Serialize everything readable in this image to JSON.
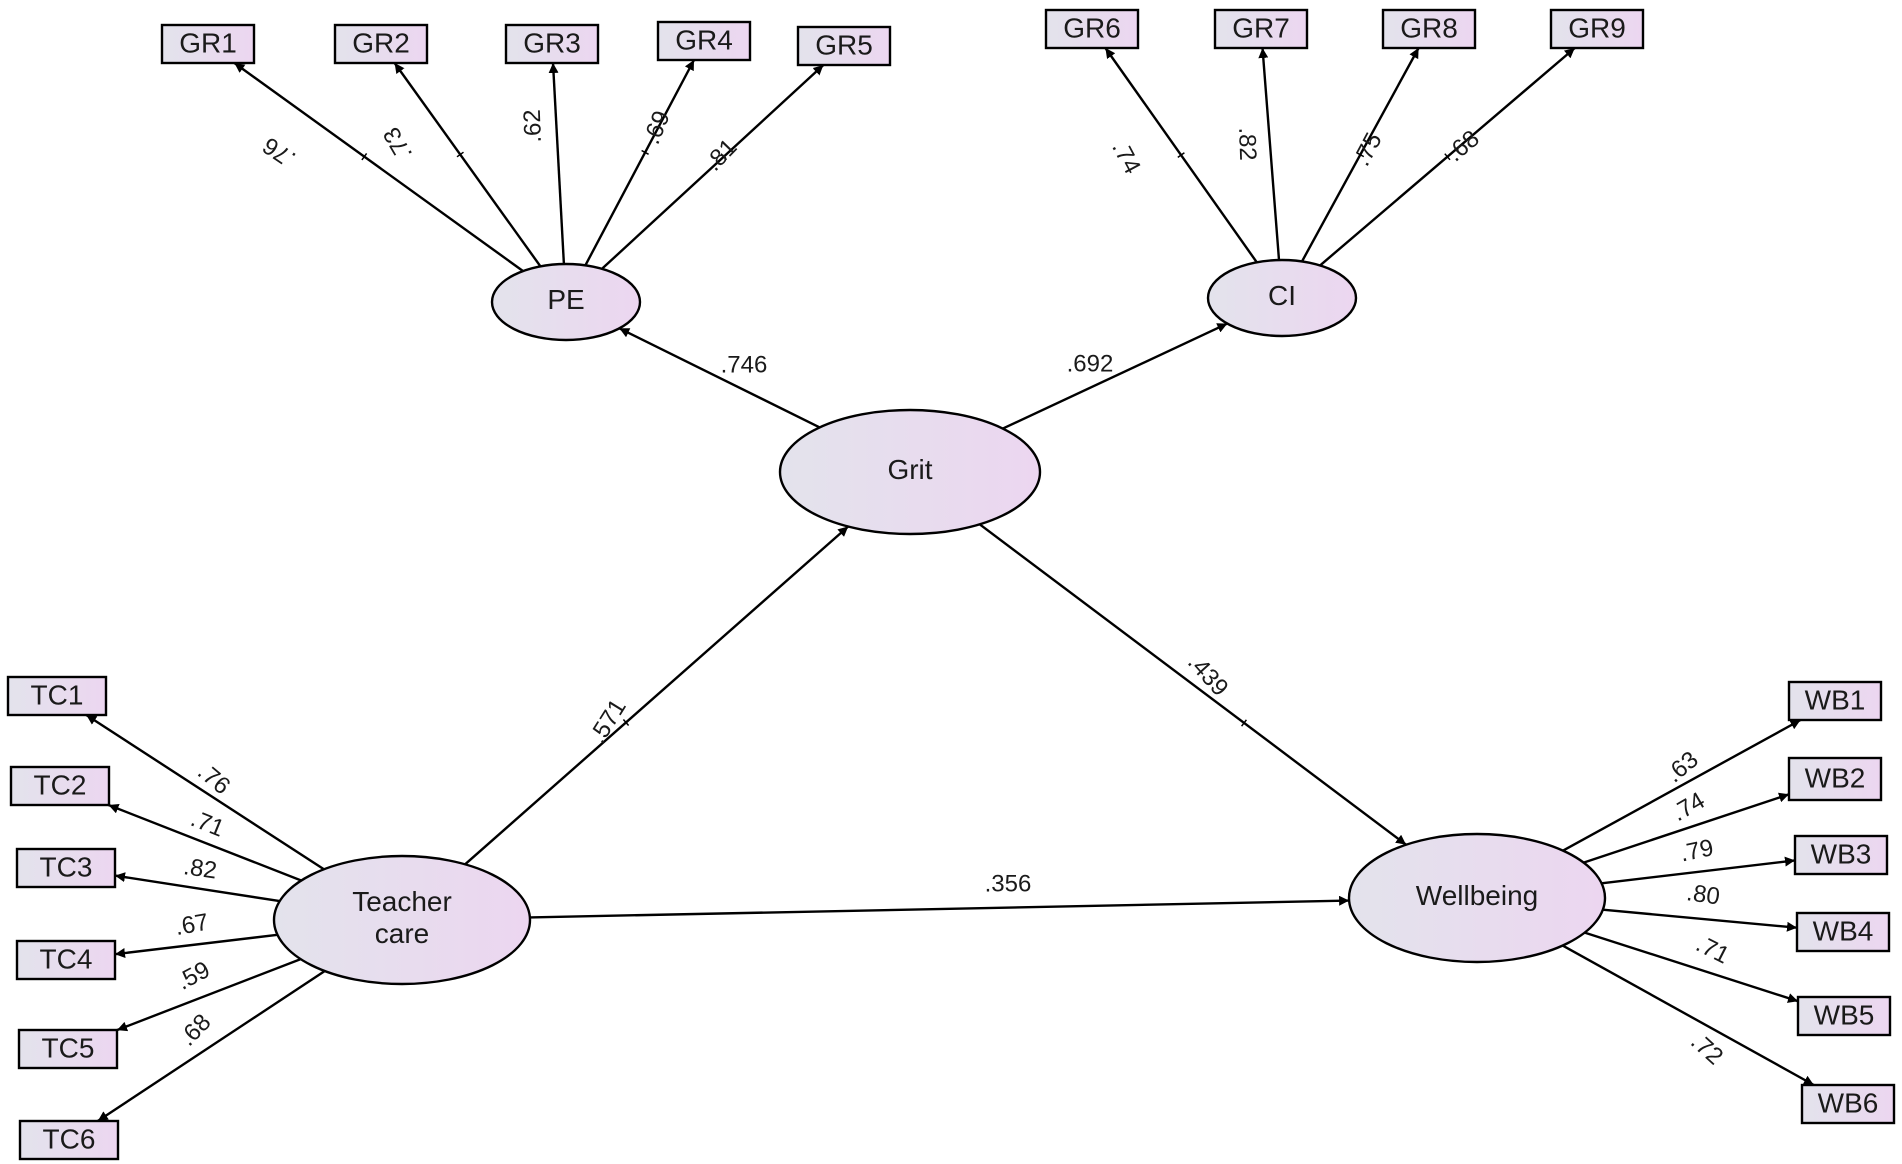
{
  "colors": {
    "fill_start": "#e3e3ec",
    "fill_end": "#ecd6f0",
    "stroke": "#000000"
  },
  "latents": [
    {
      "id": "PE",
      "label": "PE"
    },
    {
      "id": "CI",
      "label": "CI"
    },
    {
      "id": "Grit",
      "label": "Grit"
    },
    {
      "id": "TC",
      "label": "Teacher\ncare"
    },
    {
      "id": "WB",
      "label": "Wellbeing"
    }
  ],
  "indicators": [
    {
      "id": "GR1",
      "label": "GR1"
    },
    {
      "id": "GR2",
      "label": "GR2"
    },
    {
      "id": "GR3",
      "label": "GR3"
    },
    {
      "id": "GR4",
      "label": "GR4"
    },
    {
      "id": "GR5",
      "label": "GR5"
    },
    {
      "id": "GR6",
      "label": "GR6"
    },
    {
      "id": "GR7",
      "label": "GR7"
    },
    {
      "id": "GR8",
      "label": "GR8"
    },
    {
      "id": "GR9",
      "label": "GR9"
    },
    {
      "id": "TC1",
      "label": "TC1"
    },
    {
      "id": "TC2",
      "label": "TC2"
    },
    {
      "id": "TC3",
      "label": "TC3"
    },
    {
      "id": "TC4",
      "label": "TC4"
    },
    {
      "id": "TC5",
      "label": "TC5"
    },
    {
      "id": "TC6",
      "label": "TC6"
    },
    {
      "id": "WB1",
      "label": "WB1"
    },
    {
      "id": "WB2",
      "label": "WB2"
    },
    {
      "id": "WB3",
      "label": "WB3"
    },
    {
      "id": "WB4",
      "label": "WB4"
    },
    {
      "id": "WB5",
      "label": "WB5"
    },
    {
      "id": "WB6",
      "label": "WB6"
    }
  ],
  "paths": [
    {
      "from": "Grit",
      "to": "PE",
      "label": ".746"
    },
    {
      "from": "Grit",
      "to": "CI",
      "label": ".692"
    },
    {
      "from": "TC",
      "to": "Grit",
      "label": ".571"
    },
    {
      "from": "Grit",
      "to": "WB",
      "label": ".439"
    },
    {
      "from": "TC",
      "to": "WB",
      "label": ".356"
    }
  ],
  "loadings": [
    {
      "from": "PE",
      "to": "GR1",
      "label": ".76"
    },
    {
      "from": "PE",
      "to": "GR2",
      "label": ".73"
    },
    {
      "from": "PE",
      "to": "GR3",
      "label": ".62"
    },
    {
      "from": "PE",
      "to": "GR4",
      "label": ".69"
    },
    {
      "from": "PE",
      "to": "GR5",
      "label": ".81"
    },
    {
      "from": "CI",
      "to": "GR6",
      "label": ".74"
    },
    {
      "from": "CI",
      "to": "GR7",
      "label": ".82"
    },
    {
      "from": "CI",
      "to": "GR8",
      "label": ".75"
    },
    {
      "from": "CI",
      "to": "GR9",
      "label": ".68"
    },
    {
      "from": "TC",
      "to": "TC1",
      "label": ".76"
    },
    {
      "from": "TC",
      "to": "TC2",
      "label": ".71"
    },
    {
      "from": "TC",
      "to": "TC3",
      "label": ".82"
    },
    {
      "from": "TC",
      "to": "TC4",
      "label": ".67"
    },
    {
      "from": "TC",
      "to": "TC5",
      "label": ".59"
    },
    {
      "from": "TC",
      "to": "TC6",
      "label": ".68"
    },
    {
      "from": "WB",
      "to": "WB1",
      "label": ".63"
    },
    {
      "from": "WB",
      "to": "WB2",
      "label": ".74"
    },
    {
      "from": "WB",
      "to": "WB3",
      "label": ".79"
    },
    {
      "from": "WB",
      "to": "WB4",
      "label": ".80"
    },
    {
      "from": "WB",
      "to": "WB5",
      "label": ".71"
    },
    {
      "from": "WB",
      "to": "WB6",
      "label": ".72"
    }
  ]
}
